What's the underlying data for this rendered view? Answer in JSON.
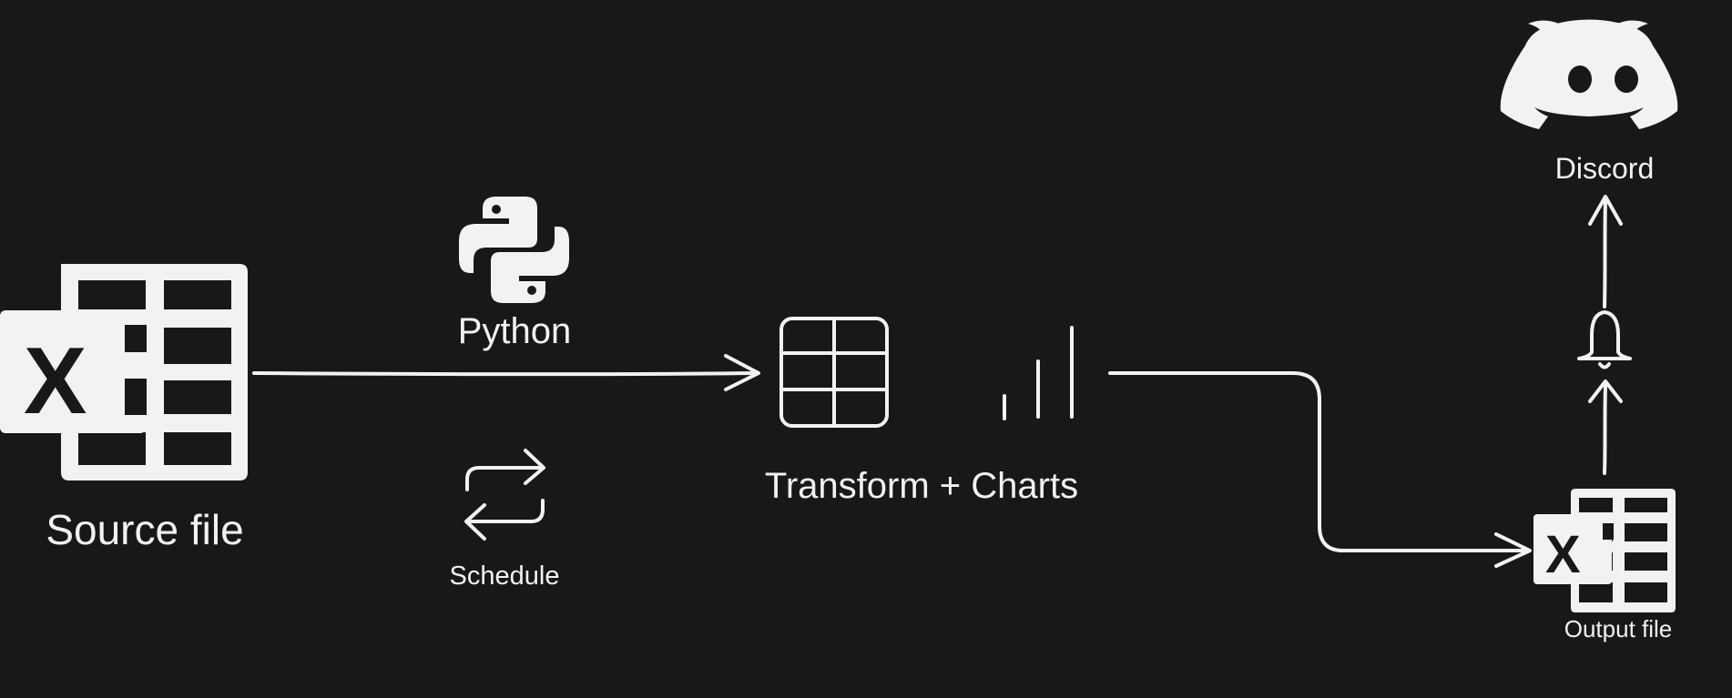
{
  "diagram": {
    "nodes": {
      "source": {
        "label": "Source file",
        "icon": "excel-icon"
      },
      "python": {
        "label": "Python",
        "icon": "python-icon"
      },
      "schedule": {
        "label": "Schedule",
        "icon": "repeat-icon"
      },
      "transform": {
        "label": "Transform + Charts",
        "icons": [
          "table-icon",
          "bar-chart-icon"
        ]
      },
      "output": {
        "label": "Output file",
        "icon": "excel-icon"
      },
      "notify": {
        "icon": "bell-icon"
      },
      "discord": {
        "label": "Discord",
        "icon": "discord-icon"
      }
    },
    "colors": {
      "background": "#181818",
      "stroke": "#f2f2f2"
    }
  }
}
